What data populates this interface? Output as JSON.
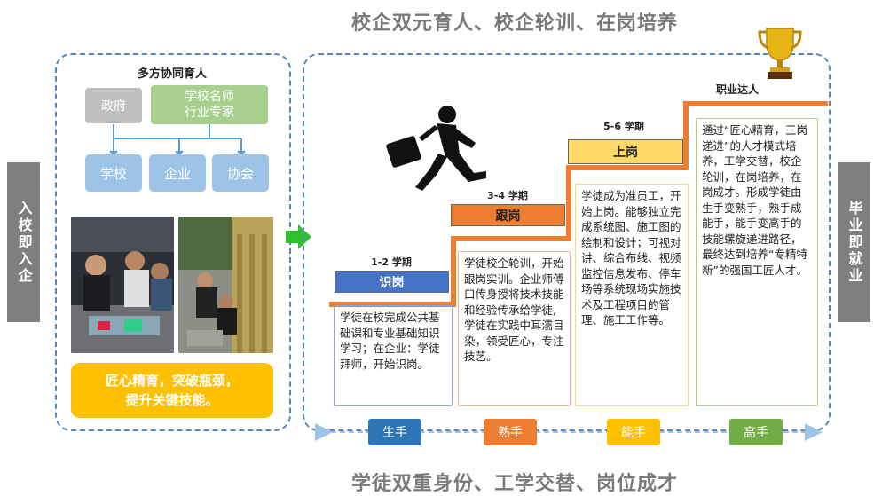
{
  "top_title": "校企双元育人、校企轮训、在岗培养",
  "bottom_title": "学徒双重身份、工学交替、岗位成才",
  "left_side": "入校即入企",
  "right_side": "毕业即就业",
  "left_panel": {
    "heading": "多方协同育人",
    "gov": "政府",
    "experts": [
      "学校名师",
      "行业专家"
    ],
    "school": "学校",
    "enterprise": "企业",
    "association": "协会",
    "slogan": [
      "匠心精育，突破瓶颈，",
      "提升关键技能。"
    ]
  },
  "stages": [
    {
      "semester": "1-2 学期",
      "name": "识岗",
      "desc": "学徒在校完成公共基础课和专业基础知识学习；在企业：学徒拜师，开始识岗。",
      "phase": "生手"
    },
    {
      "semester": "3-4 学期",
      "name": "跟岗",
      "desc": "学徒校企轮训，开始跟岗实训。企业师傅口传身授将技术技能和经验传承给学徒,学徒在实践中耳濡目染，领受匠心，专注技艺。",
      "phase": "熟手"
    },
    {
      "semester": "5-6 学期",
      "name": "上岗",
      "desc": "学徒成为准员工，开始上岗。能够独立完成系统图、施工图的绘制和设计；可视对讲、综合布线、视频监控信息发布、停车场等系统现场实施技术及工程项目的管理、施工工作等。",
      "phase": "能手"
    },
    {
      "semester": "",
      "name": "职业达人",
      "desc": "通过“匠心精育，三岗递进”的人才模式培养，工学交替，校企轮训，在岗培养，在岗成才。形成学徒由生手变熟手，熟手成能手，能手变高手的技能螺旋递进路径，最终达到培养“专精特新”的强国工匠人才。",
      "phase": "高手"
    }
  ],
  "colors": {
    "blue_label": "#4472c4",
    "orange": "#ed7d31",
    "yellow": "#ffc000",
    "green": "#70ad47",
    "dash": "#5a86bf"
  }
}
